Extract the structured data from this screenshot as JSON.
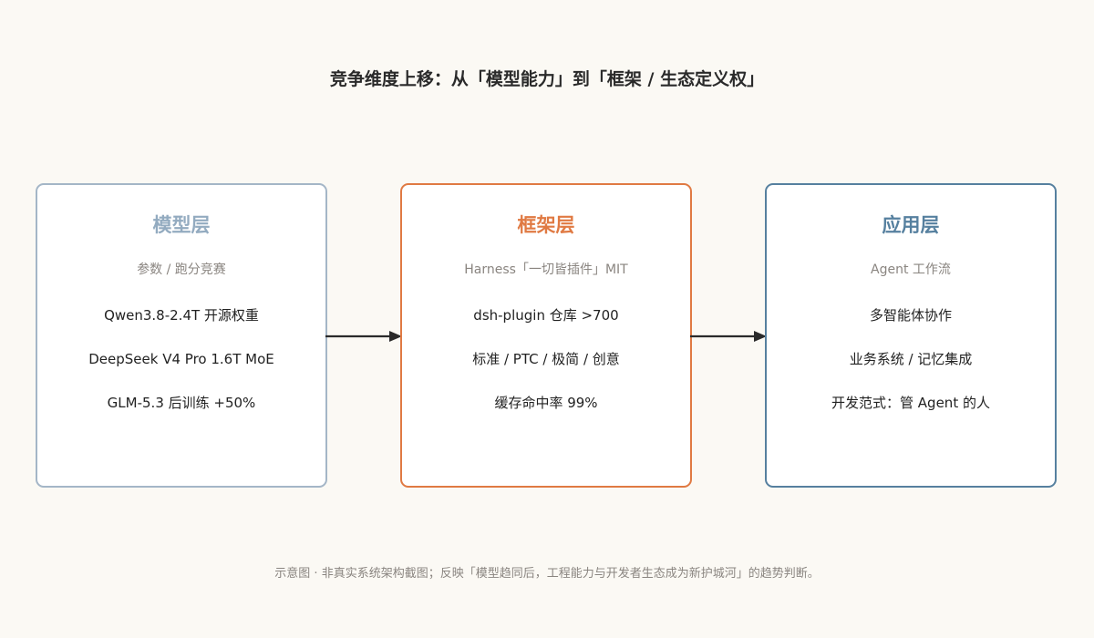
{
  "title": "竞争维度上移：从「模型能力」到「框架 / 生态定义权」",
  "layers": [
    {
      "heading": "模型层",
      "subtitle": "参数 / 跑分竞赛",
      "items": [
        "Qwen3.8-2.4T 开源权重",
        "DeepSeek V4 Pro 1.6T MoE",
        "GLM-5.3 后训练 +50%"
      ]
    },
    {
      "heading": "框架层",
      "subtitle": "Harness「一切皆插件」MIT",
      "items": [
        "dsh-plugin 仓库 >700",
        "标准 / PTC / 极简 / 创意",
        "缓存命中率 99%"
      ]
    },
    {
      "heading": "应用层",
      "subtitle": "Agent 工作流",
      "items": [
        "多智能体协作",
        "业务系统 / 记忆集成",
        "开发范式：管 Agent 的人"
      ]
    }
  ],
  "footnote": "示意图 · 非真实系统架构截图；反映「模型趋同后，工程能力与开发者生态成为新护城河」的趋势判断。",
  "colors": {
    "model_layer": "#93abc0",
    "framework_layer": "#e07a43",
    "application_layer": "#56809f",
    "background": "#fbf9f4",
    "arrow": "#2a2a2a"
  }
}
